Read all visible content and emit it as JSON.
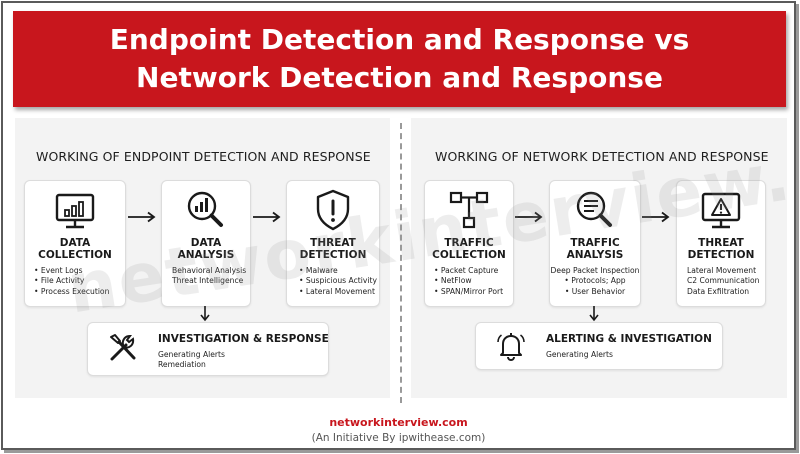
{
  "banner": {
    "title": "Endpoint Detection and Response vs Network Detection and Response"
  },
  "edr": {
    "section_title": "WORKING OF ENDPOINT DETECTION AND RESPONSE",
    "steps": [
      {
        "title_line1": "DATA",
        "title_line2": "COLLECTION",
        "icon": "monitor-chart-icon",
        "items": [
          "Event Logs",
          "File Activity",
          "Process Execution"
        ]
      },
      {
        "title_line1": "DATA",
        "title_line2": "ANALYSIS",
        "icon": "magnifier-chart-icon",
        "items": [
          "Behavioral Analysis",
          "Threat Intelligence"
        ]
      },
      {
        "title_line1": "THREAT",
        "title_line2": "DETECTION",
        "icon": "shield-alert-icon",
        "items": [
          "Malware",
          "Suspicious Activity",
          "Lateral Movement"
        ]
      }
    ],
    "response": {
      "title": "INVESTIGATION & RESPONSE",
      "icon": "tools-icon",
      "items": [
        "Generating Alerts",
        "Remediation"
      ]
    }
  },
  "ndr": {
    "section_title": "WORKING OF NETWORK DETECTION AND RESPONSE",
    "steps": [
      {
        "title_line1": "TRAFFIC",
        "title_line2": "COLLECTION",
        "icon": "network-nodes-icon",
        "items": [
          "Packet Capture",
          "NetFlow",
          "SPAN/Mirror Port"
        ]
      },
      {
        "title_line1": "TRAFFIC",
        "title_line2": "ANALYSIS",
        "icon": "magnifier-lines-icon",
        "items": [
          "Deep Packet Inspection",
          "Protocols; App",
          "User Behavior"
        ]
      },
      {
        "title_line1": "THREAT",
        "title_line2": "DETECTION",
        "icon": "monitor-alert-icon",
        "items": [
          "Lateral Movement",
          "C2 Communication",
          "Data Exfiltration"
        ]
      }
    ],
    "response": {
      "title": "ALERTING & INVESTIGATION",
      "icon": "bell-icon",
      "items": [
        "Generating Alerts"
      ]
    }
  },
  "watermark": "networkinterview.com",
  "footer": {
    "site": "networkinterview.com",
    "subtitle": "(An Initiative By ipwithease.com)"
  },
  "colors": {
    "banner": "#c8161d",
    "footer_site": "#c8161d",
    "panel": "#f3f3f3"
  }
}
